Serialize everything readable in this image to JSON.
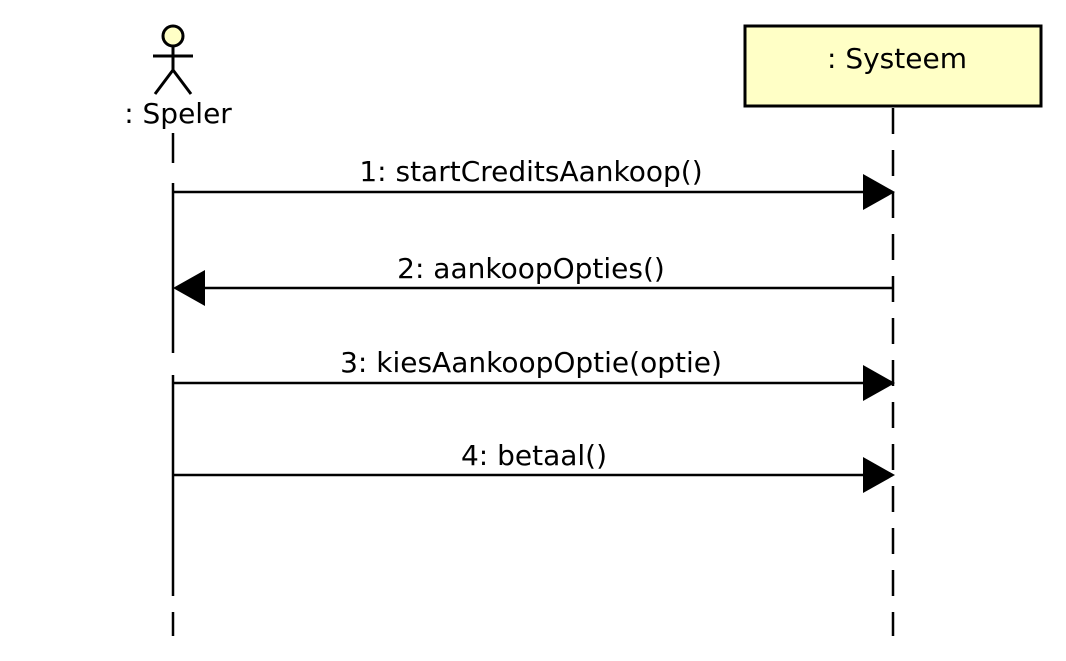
{
  "diagram": {
    "actor": {
      "name": ": Speler"
    },
    "system": {
      "name": ": Systeem"
    },
    "messages": [
      {
        "label": "1: startCreditsAankoop()"
      },
      {
        "label": "2: aankoopOpties()"
      },
      {
        "label": "3: kiesAankoopOptie(optie)"
      },
      {
        "label": "4: betaal()"
      }
    ]
  },
  "colors": {
    "system_box_fill": "#ffffc6",
    "actor_head_fill": "#ffffc6",
    "line": "#000000"
  }
}
